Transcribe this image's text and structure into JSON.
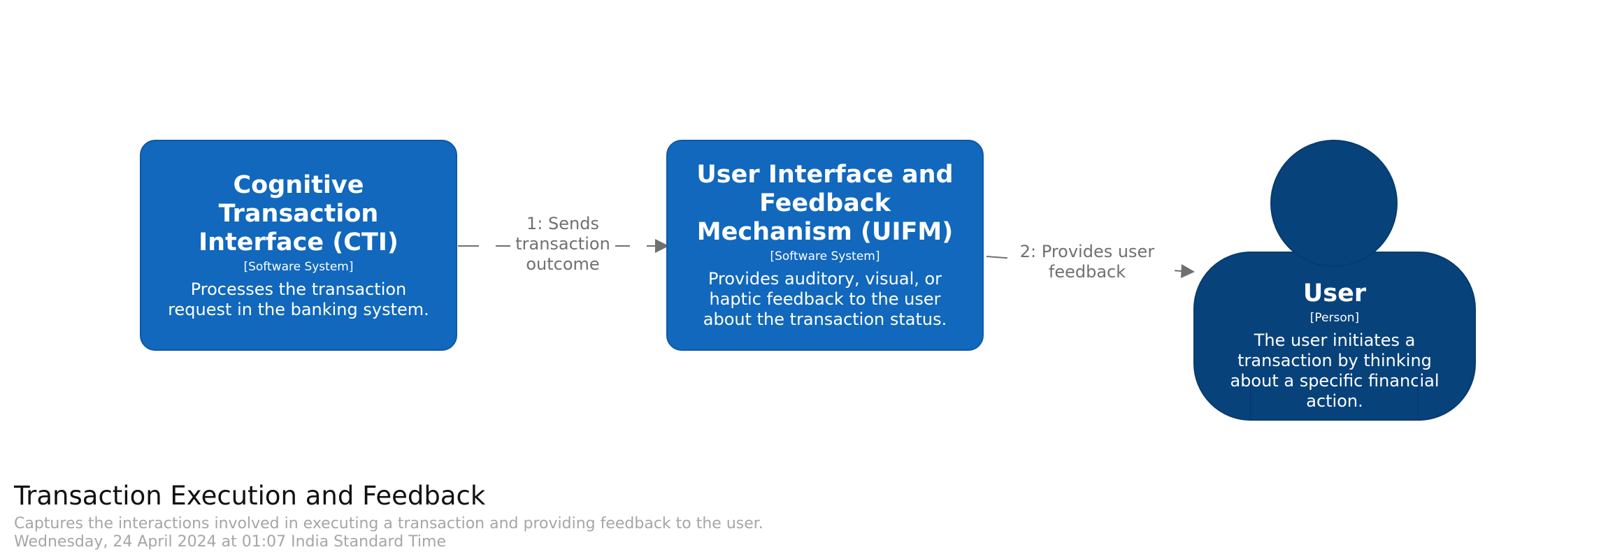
{
  "diagram": {
    "title": "Transaction Execution and Feedback",
    "description": "Captures the interactions involved in executing a transaction and providing feedback to the user.",
    "timestamp": "Wednesday, 24 April 2024 at 01:07 India Standard Time"
  },
  "elements": {
    "cti": {
      "name": "Cognitive Transaction Interface (CTI)",
      "type": "[Software System]",
      "description": "Processes the transaction request in the banking system.",
      "color": "#1168bd"
    },
    "uifm": {
      "name": "User Interface and Feedback Mechanism (UIFM)",
      "type": "[Software System]",
      "description": "Provides auditory, visual, or haptic feedback to the user about the transaction status.",
      "color": "#1168bd"
    },
    "user": {
      "name": "User",
      "type": "[Person]",
      "description": "The user initiates a transaction by thinking about a specific financial action.",
      "color": "#08427b"
    }
  },
  "relationships": [
    {
      "label": "1: Sends transaction outcome",
      "color": "#707070"
    },
    {
      "label": "2: Provides user feedback",
      "color": "#707070"
    }
  ]
}
